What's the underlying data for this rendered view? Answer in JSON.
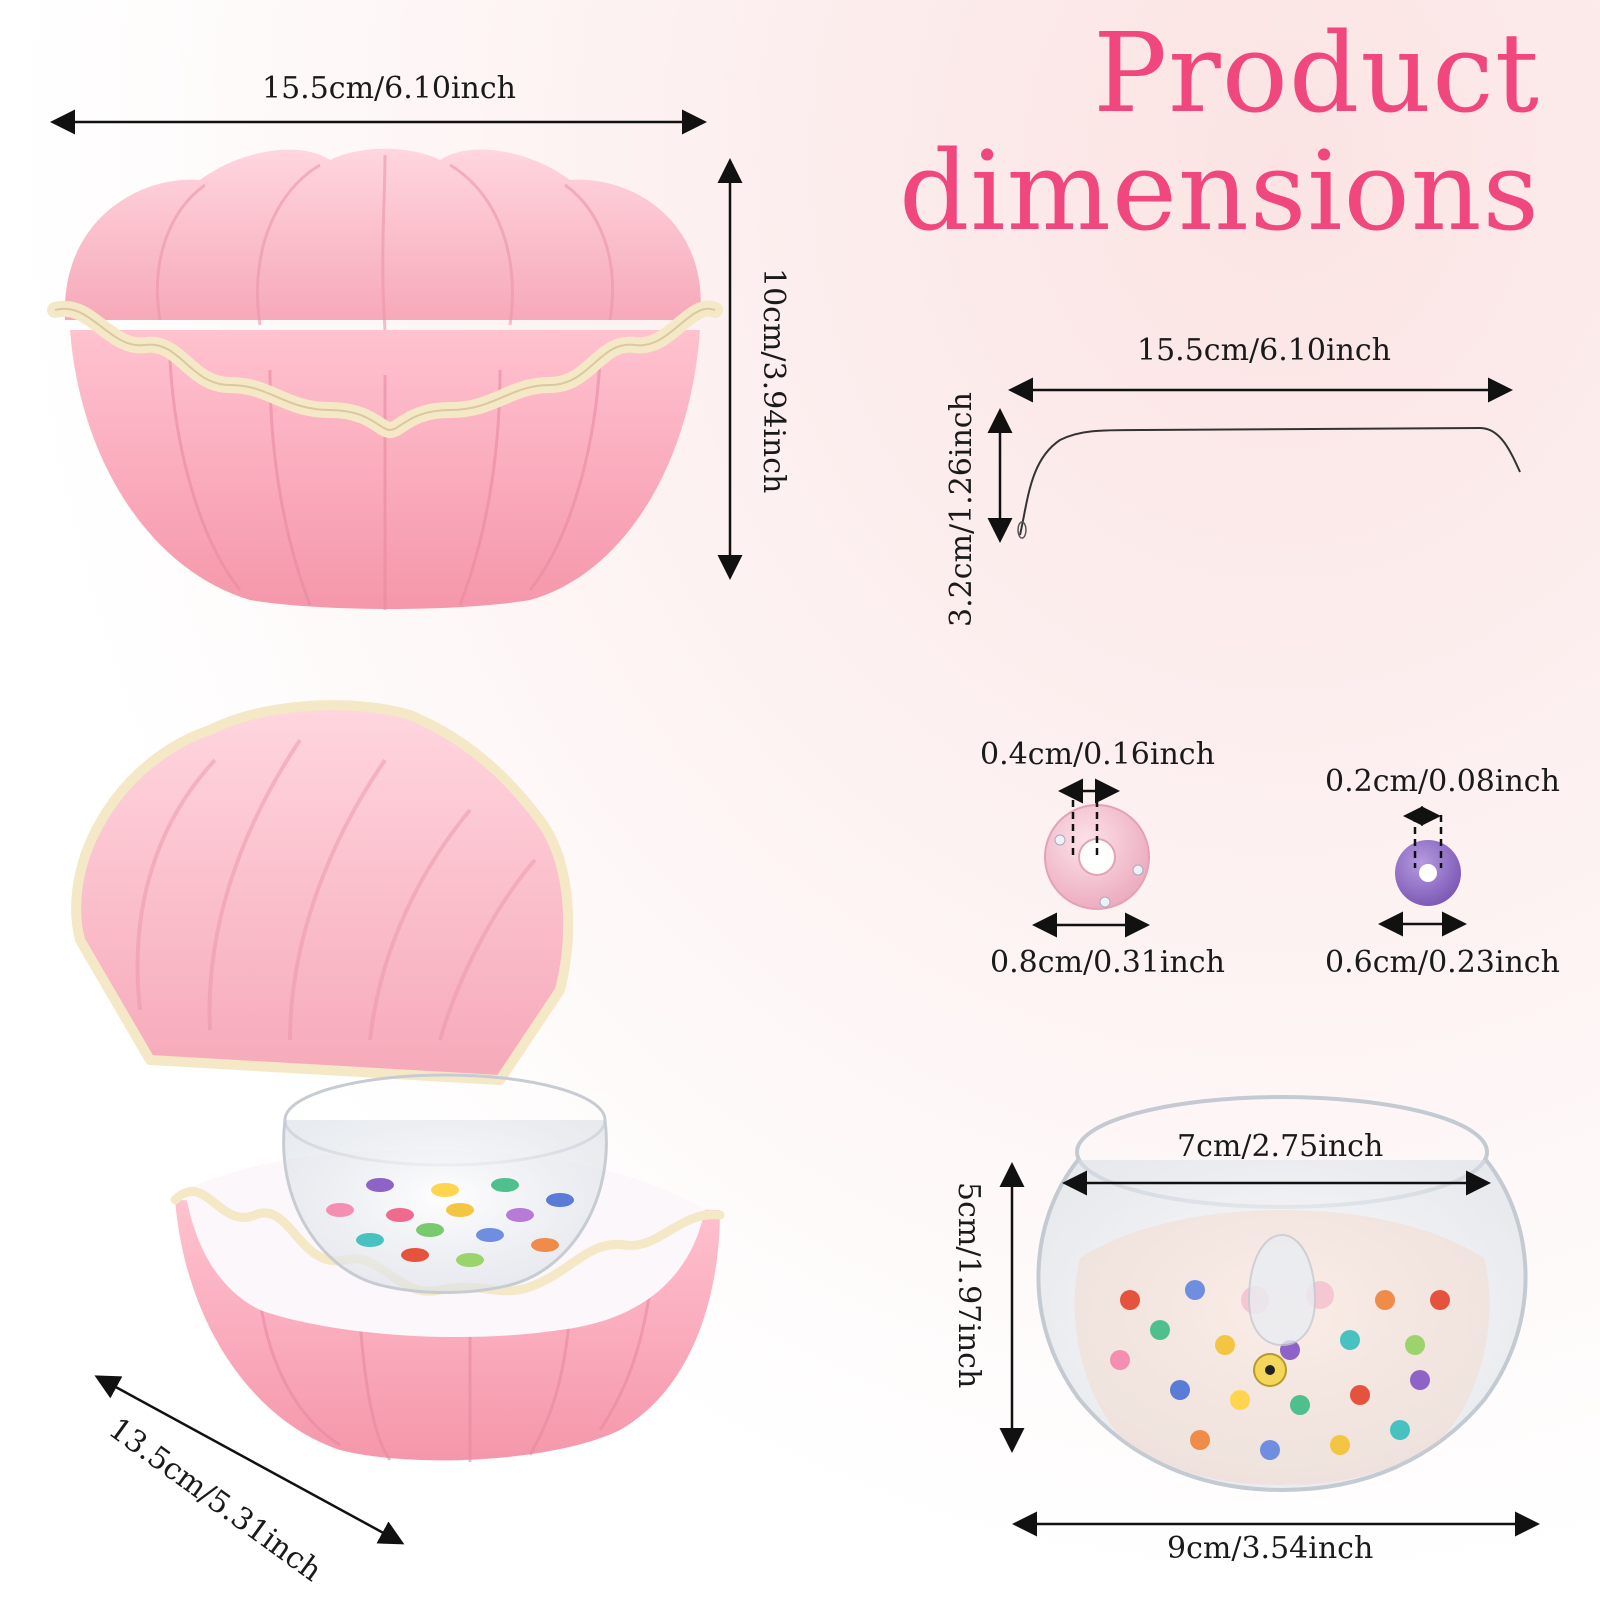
{
  "title": {
    "line1": "Product",
    "line2": "dimensions"
  },
  "dimensions": {
    "shell_width": "15.5cm/6.10inch",
    "shell_height": "10cm/3.94inch",
    "open_depth": "13.5cm/5.31inch",
    "wire_length": "15.5cm/6.10inch",
    "wire_height": "3.2cm/1.26inch",
    "bead_large_hole": "0.4cm/0.16inch",
    "bead_large_outer": "0.8cm/0.31inch",
    "bead_small_hole": "0.2cm/0.08inch",
    "bead_small_outer": "0.6cm/0.23inch",
    "bowl_inner": "7cm/2.75inch",
    "bowl_height": "5cm/1.97inch",
    "bowl_outer": "9cm/3.54inch"
  },
  "colors": {
    "title_pink": "#f1477f",
    "shell_pink": "#f7a8b8",
    "shell_rim": "#f4e8c7",
    "bead_pink": "#f5c7d3",
    "bead_purple": "#8b6bc0"
  }
}
